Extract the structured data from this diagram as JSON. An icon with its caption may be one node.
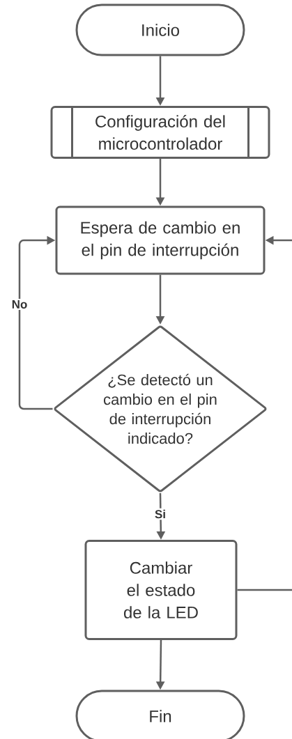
{
  "diagram": {
    "nodes": [
      {
        "text": [
          "Inicio"
        ]
      },
      {
        "text": [
          "Configuración del microcontrolador"
        ]
      },
      {
        "text": [
          "Espera de cambio en el pin de interrupción"
        ]
      },
      {
        "text": [
          "¿Se detectó un cambio en el pin de interrupción indicado?"
        ]
      },
      {
        "text": [
          "Cambiar el estado de la LED"
        ]
      },
      {
        "text": [
          "Fin"
        ]
      }
    ],
    "edges": [
      {
        "from": 0,
        "to": 1,
        "arrow": "to"
      },
      {
        "from": 1,
        "to": 2,
        "arrow": "to"
      },
      {
        "from": 2,
        "to": 3,
        "arrow": "to"
      },
      {
        "from": 3,
        "to": 2,
        "arrow": "to",
        "label": "No"
      },
      {
        "from": 3,
        "to": 4,
        "arrow": "to",
        "label": "Si"
      },
      {
        "from": 4,
        "to": 2,
        "arrow": "to"
      },
      {
        "from": 4,
        "to": 5,
        "arrow": "to"
      }
    ]
  }
}
